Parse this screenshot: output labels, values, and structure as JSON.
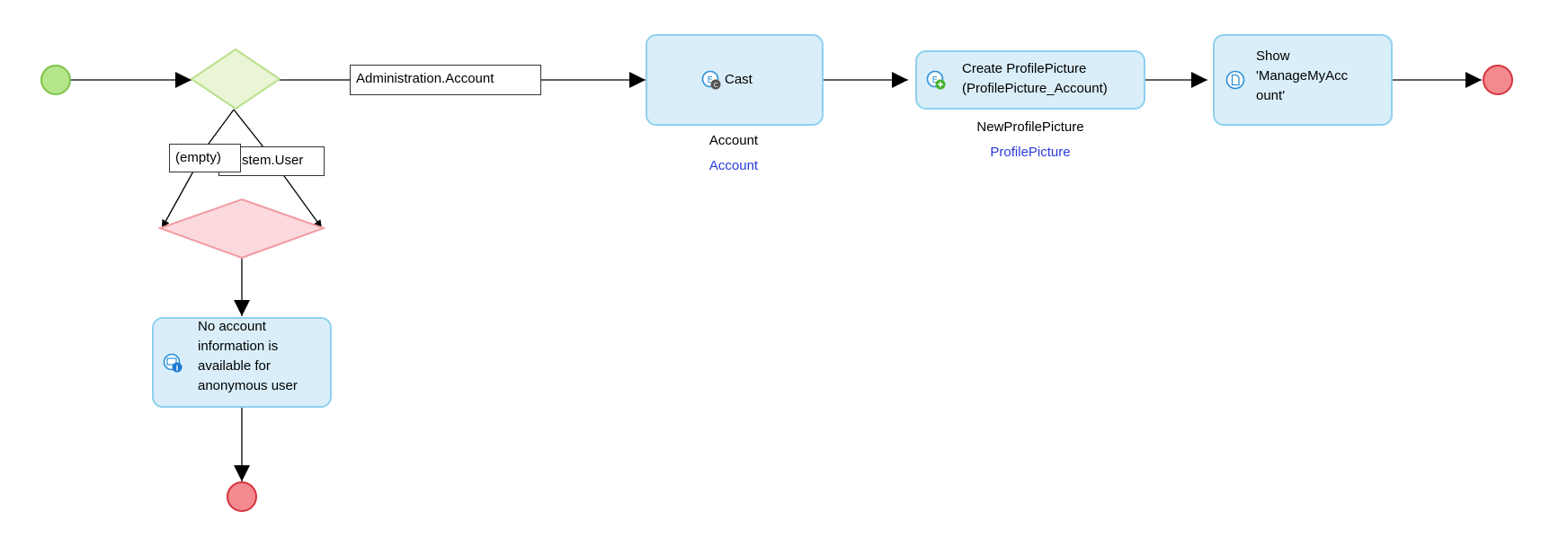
{
  "flow": {
    "split_flow_label": "Administration.Account",
    "branch_empty_label": "(empty)",
    "branch_user_label": "stem.User"
  },
  "actions": {
    "cast": {
      "label": "Cast",
      "output_name": "Account",
      "output_type": "Account"
    },
    "create": {
      "label": "Create ProfilePicture\n(ProfilePicture_Account)",
      "output_name": "NewProfilePicture",
      "output_type": "ProfilePicture"
    },
    "show_page": {
      "label": "Show\n'ManageMyAcc\nount'"
    },
    "message": {
      "label": "No account\ninformation is\navailable for\nanonymous user"
    }
  },
  "colors": {
    "node_fill": "#d9eef9",
    "node_border": "#8fd0ef",
    "icon_blue": "#2b8fd6",
    "split_fill": "#eaf5d6",
    "split_border": "#b8e08a",
    "merge_fill": "#fbd9dc",
    "merge_border": "#f29ca2",
    "start_fill": "#b5e68a",
    "end_fill": "#f28a8f",
    "type_text": "#2a3bd8"
  },
  "icons": {
    "cast": "entity-cast-icon",
    "create": "entity-create-icon",
    "show_page": "show-page-icon",
    "message": "show-message-icon"
  }
}
